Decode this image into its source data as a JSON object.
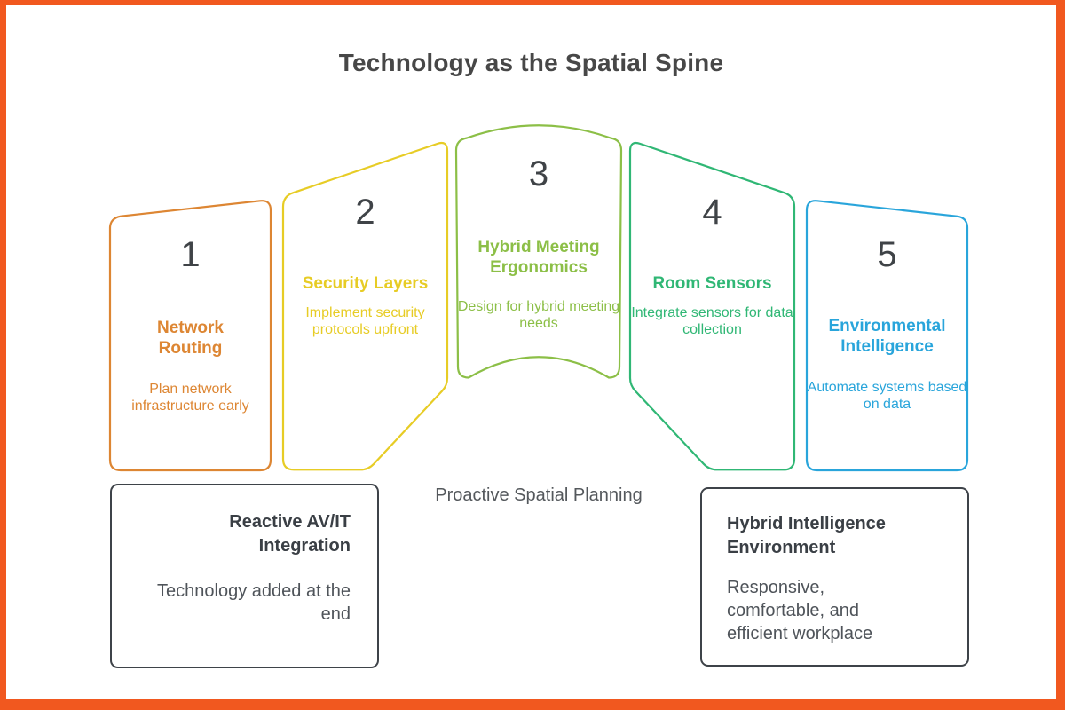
{
  "theme": {
    "frame_color": "#F1581F",
    "background_color": "#FFFFFF",
    "number_color": "#3F4347",
    "title_color": "#474747",
    "box_border_color": "#3E4349",
    "box_title_color": "#3A3F45",
    "box_text_color": "#4F545A",
    "label_color": "#54585C"
  },
  "header": {
    "title": "Technology as the Spatial Spine"
  },
  "panels": [
    {
      "number": "1",
      "title": "Network Routing",
      "description": "Plan network infrastructure early",
      "color": "#DD8633"
    },
    {
      "number": "2",
      "title": "Security Layers",
      "description": "Implement security protocols upfront",
      "color": "#E7CC25"
    },
    {
      "number": "3",
      "title": "Hybrid Meeting Ergonomics",
      "description": "Design for hybrid meeting needs",
      "color": "#8CBF47"
    },
    {
      "number": "4",
      "title": "Room Sensors",
      "description": "Integrate sensors for data collection",
      "color": "#30B775"
    },
    {
      "number": "5",
      "title": "Environmental Intelligence",
      "description": "Automate systems based on data",
      "color": "#29A5DB"
    }
  ],
  "footer": {
    "left_box": {
      "title": "Reactive AV/IT Integration",
      "description": "Technology added at the end"
    },
    "center_label": "Proactive Spatial Planning",
    "right_box": {
      "title": "Hybrid Intelligence Environment",
      "description": "Responsive, comfortable, and efficient workplace"
    }
  }
}
